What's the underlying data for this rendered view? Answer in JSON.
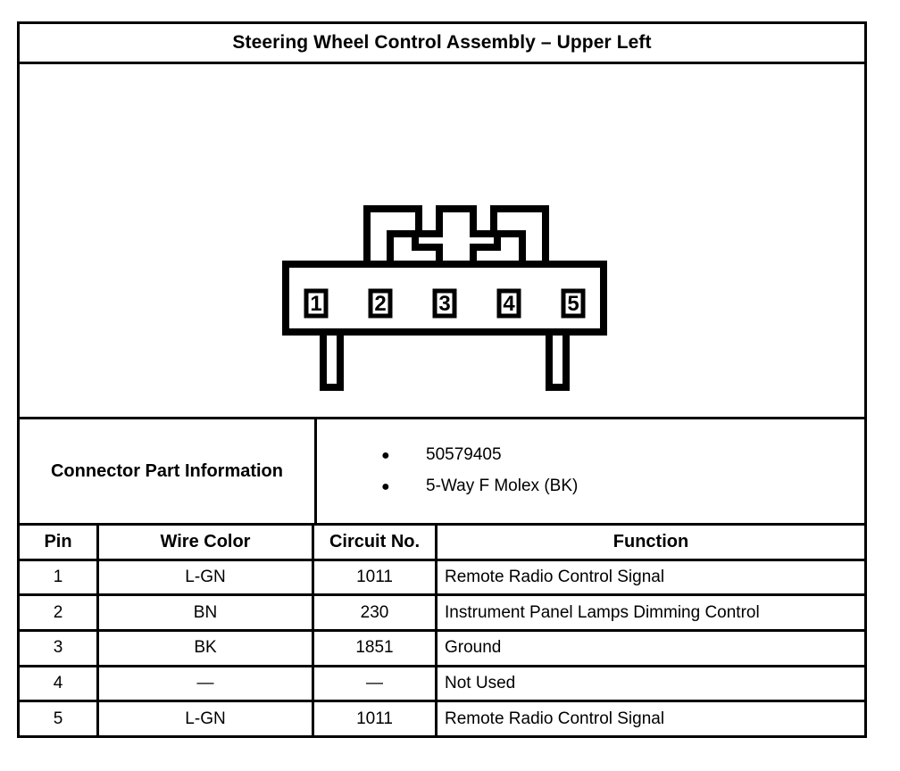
{
  "title": "Steering Wheel Control Assembly – Upper Left",
  "connector_diagram": {
    "name": "5-way-connector-face-view",
    "pin_labels": [
      "1",
      "2",
      "3",
      "4",
      "5"
    ]
  },
  "connector_part_information": {
    "label": "Connector Part Information",
    "bullet_glyph": "●",
    "items": [
      "50579405",
      "5-Way F Molex (BK)"
    ]
  },
  "pin_table": {
    "headers": [
      "Pin",
      "Wire Color",
      "Circuit No.",
      "Function"
    ],
    "rows": [
      {
        "pin": "1",
        "wire_color": "L-GN",
        "circuit_no": "1011",
        "function": "Remote Radio Control Signal"
      },
      {
        "pin": "2",
        "wire_color": "BN",
        "circuit_no": "230",
        "function": "Instrument Panel Lamps Dimming Control"
      },
      {
        "pin": "3",
        "wire_color": "BK",
        "circuit_no": "1851",
        "function": "Ground"
      },
      {
        "pin": "4",
        "wire_color": "—",
        "circuit_no": "—",
        "function": "Not Used"
      },
      {
        "pin": "5",
        "wire_color": "L-GN",
        "circuit_no": "1011",
        "function": "Remote Radio Control Signal"
      }
    ]
  },
  "colors": {
    "line": "#000000",
    "background": "#ffffff"
  }
}
